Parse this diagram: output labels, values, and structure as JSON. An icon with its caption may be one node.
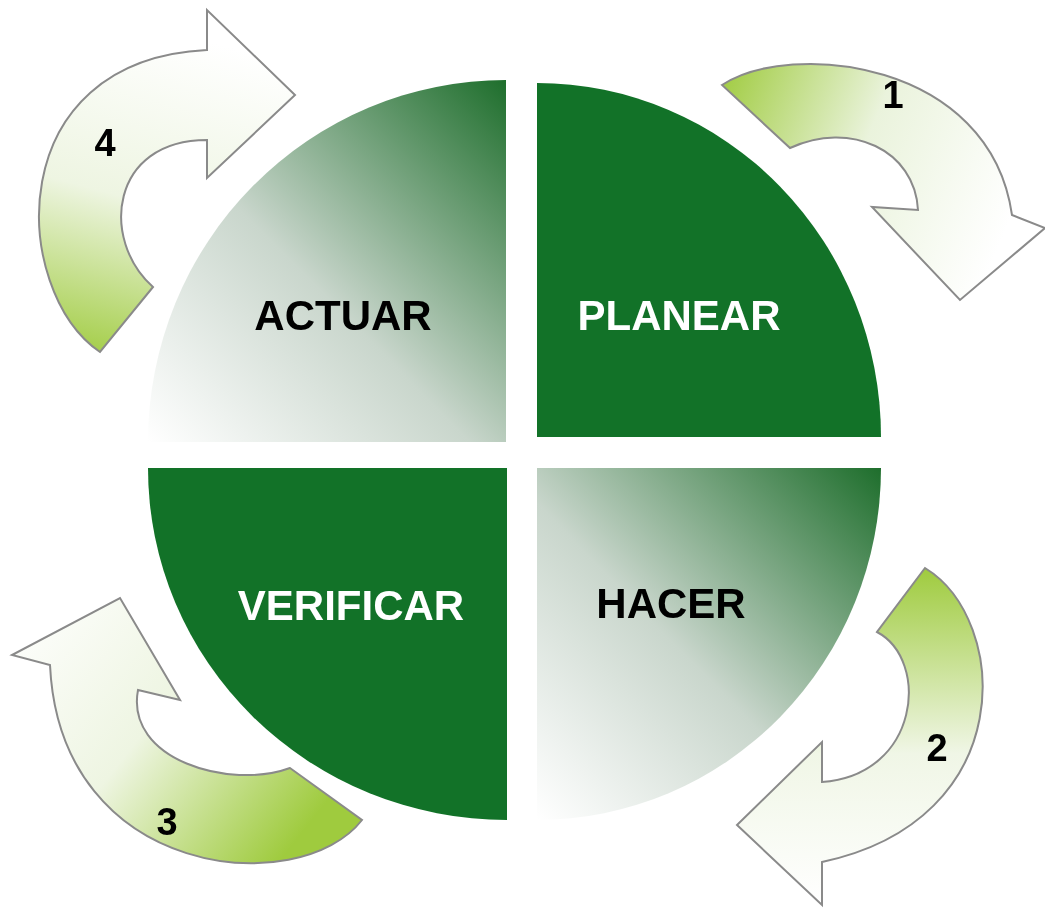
{
  "diagram": {
    "nodes": [
      {
        "text": [
          "ACTUAR"
        ]
      },
      {
        "text": [
          "PLANEAR"
        ]
      },
      {
        "text": [
          "VERIFICAR"
        ]
      },
      {
        "text": [
          "HACER"
        ]
      },
      {
        "text": [
          "1"
        ]
      },
      {
        "text": [
          "2"
        ]
      },
      {
        "text": [
          "3"
        ]
      },
      {
        "text": [
          "4"
        ]
      }
    ]
  }
}
